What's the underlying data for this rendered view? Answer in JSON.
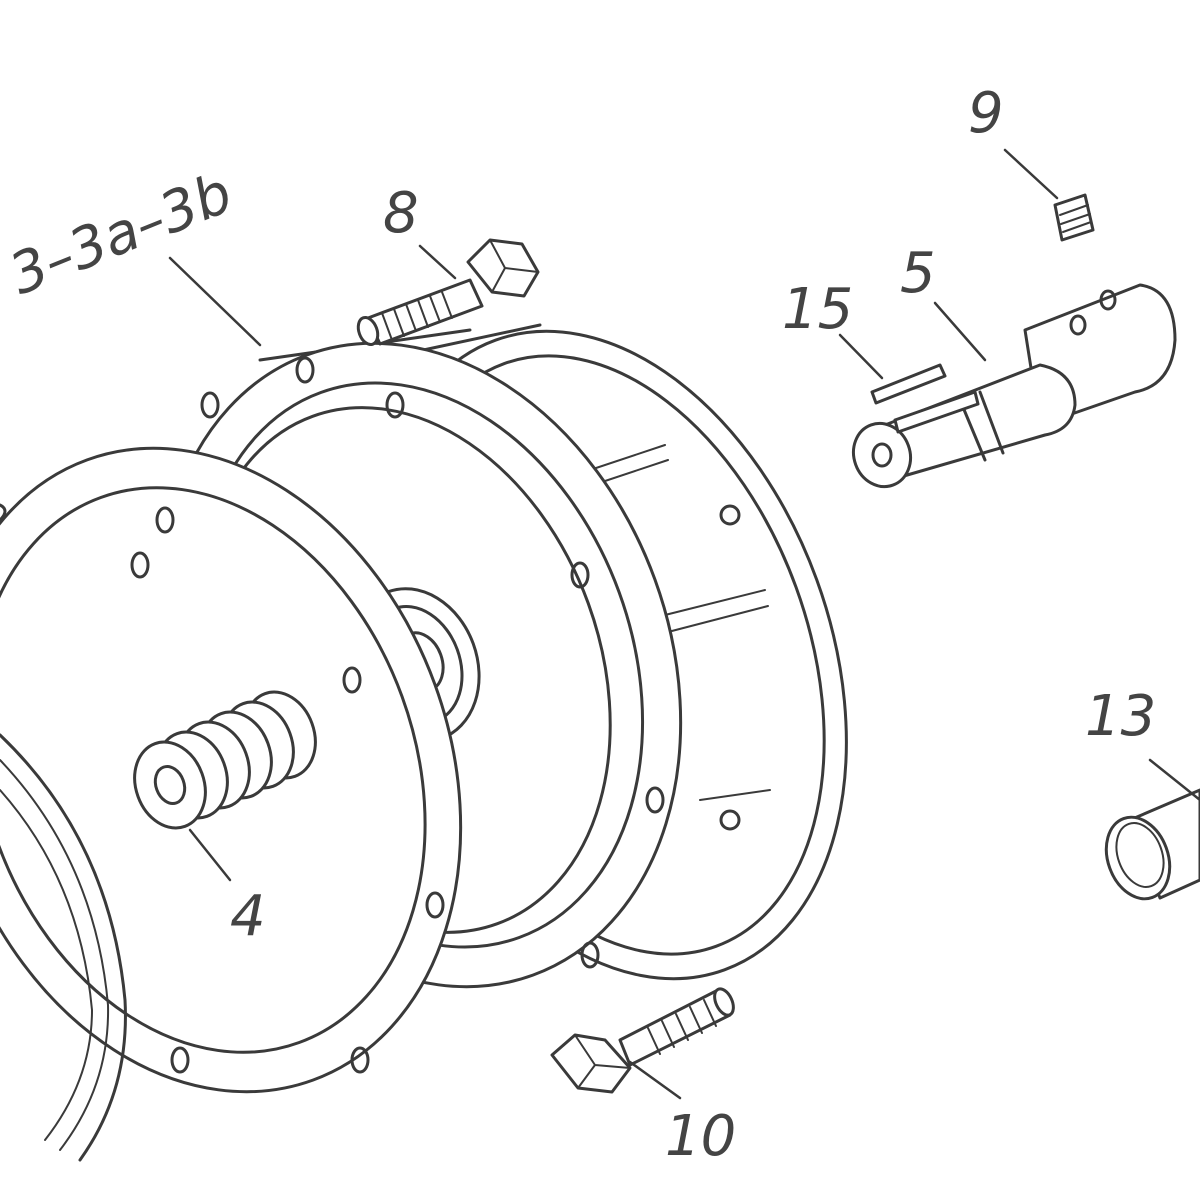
{
  "diagram": {
    "colors": {
      "line": "#3a3a3a",
      "text": "#444444",
      "background": "#ffffff"
    },
    "callouts": {
      "c3": "3–3a–3b",
      "c4": "4",
      "c5": "5",
      "c8": "8",
      "c9": "9",
      "c10": "10",
      "c13": "13",
      "c15": "15"
    }
  }
}
